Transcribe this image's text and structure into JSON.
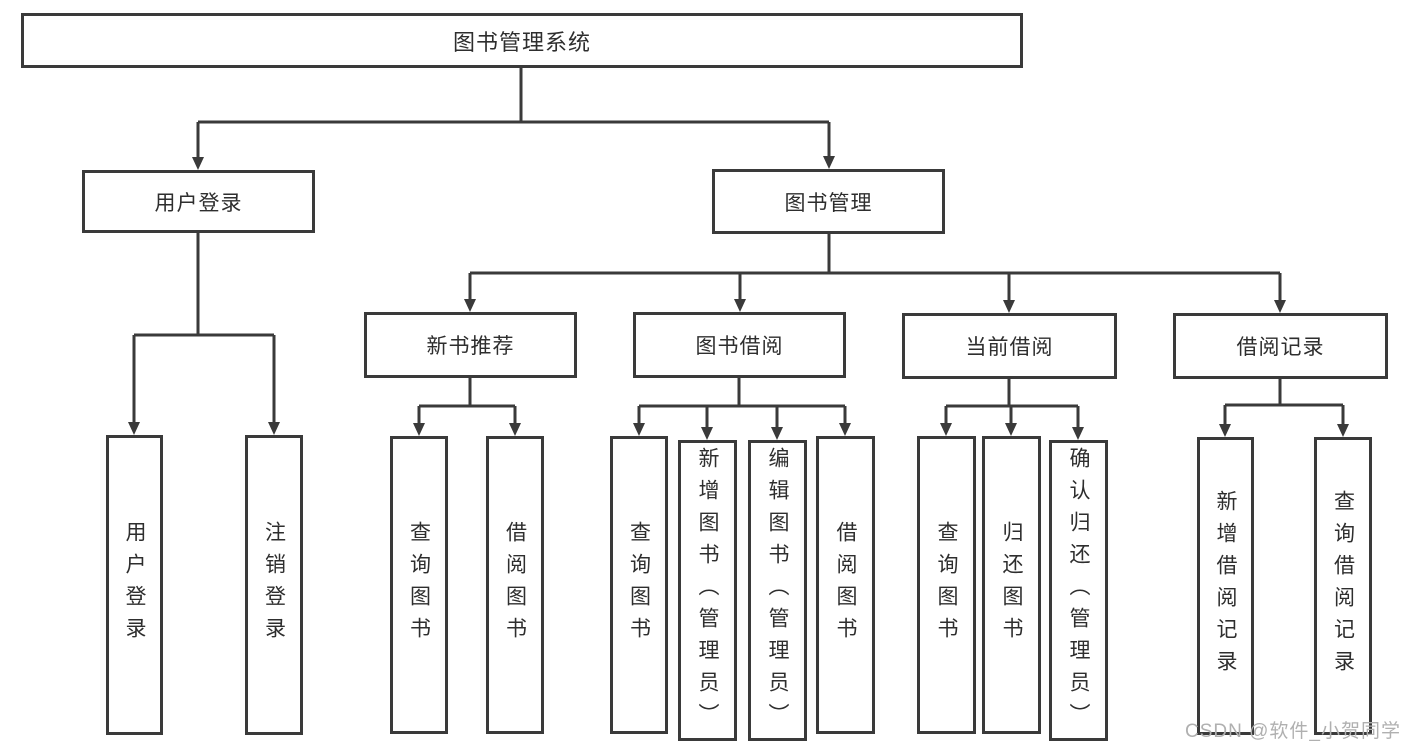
{
  "tree": {
    "label": "图书管理系统",
    "children": [
      {
        "label": "用户登录",
        "children": [
          {
            "label": "用户登录"
          },
          {
            "label": "注销登录"
          }
        ]
      },
      {
        "label": "图书管理",
        "children": [
          {
            "label": "新书推荐",
            "children": [
              {
                "label": "查询图书"
              },
              {
                "label": "借阅图书"
              }
            ]
          },
          {
            "label": "图书借阅",
            "children": [
              {
                "label": "查询图书"
              },
              {
                "label": "新增图书（管理员）"
              },
              {
                "label": "编辑图书（管理员）"
              },
              {
                "label": "借阅图书"
              }
            ]
          },
          {
            "label": "当前借阅",
            "children": [
              {
                "label": "查询图书"
              },
              {
                "label": "归还图书"
              },
              {
                "label": "确认归还（管理员）"
              }
            ]
          },
          {
            "label": "借阅记录",
            "children": [
              {
                "label": "新增借阅记录"
              },
              {
                "label": "查询借阅记录"
              }
            ]
          }
        ]
      }
    ]
  },
  "watermark": {
    "text": "CSDN @软件_小贺同学"
  },
  "colors": {
    "line": "#3a3a3a",
    "text": "#2e2e2e",
    "watermark": "#b0b0b0",
    "background": "#ffffff"
  }
}
